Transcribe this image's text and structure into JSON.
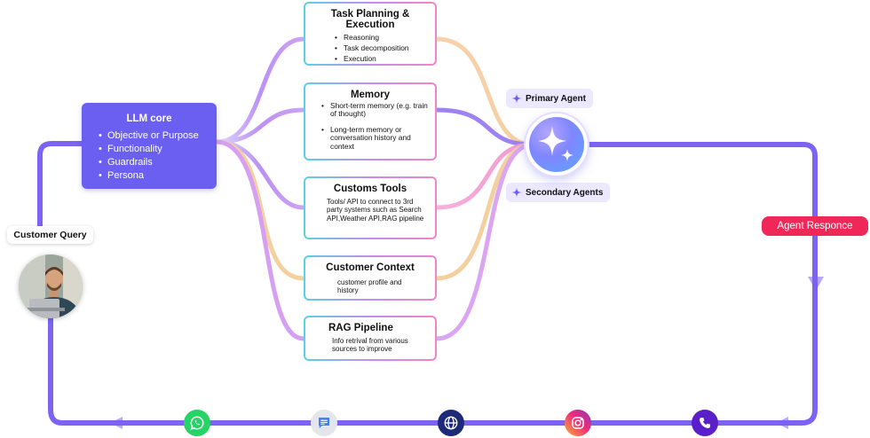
{
  "llm_core": {
    "title": "LLM core",
    "items": [
      "Objective or Purpose",
      "Functionality",
      "Guardrails",
      "Persona"
    ]
  },
  "modules": {
    "task_planning": {
      "title": "Task Planning & Execution",
      "items": [
        "Reasoning",
        "Task decomposition",
        "Execution"
      ]
    },
    "memory": {
      "title": "Memory",
      "items": [
        "Short-term memory (e.g. train of thought)",
        "Long-term memory or conversation history and context"
      ]
    },
    "tools": {
      "title": "Customs Tools",
      "text": "Tools/ API to connect to 3rd party systems such as Search API,Weather API,RAG pipeline"
    },
    "context": {
      "title": "Customer Context",
      "text": "customer profile and history"
    },
    "rag": {
      "title": "RAG Pipeline",
      "text": "Info retrival from various sources to improve"
    }
  },
  "agents": {
    "primary": "Primary Agent",
    "secondary": "Secondary Agents"
  },
  "customer_query": "Customer Query",
  "agent_response": "Agent Responce",
  "channels": [
    "whatsapp-icon",
    "chat-icon",
    "globe-icon",
    "instagram-icon",
    "phone-icon"
  ],
  "colors": {
    "flow_line": "#7c63f2",
    "core": "#6a5ff0",
    "response_badge": "#f0285a"
  }
}
